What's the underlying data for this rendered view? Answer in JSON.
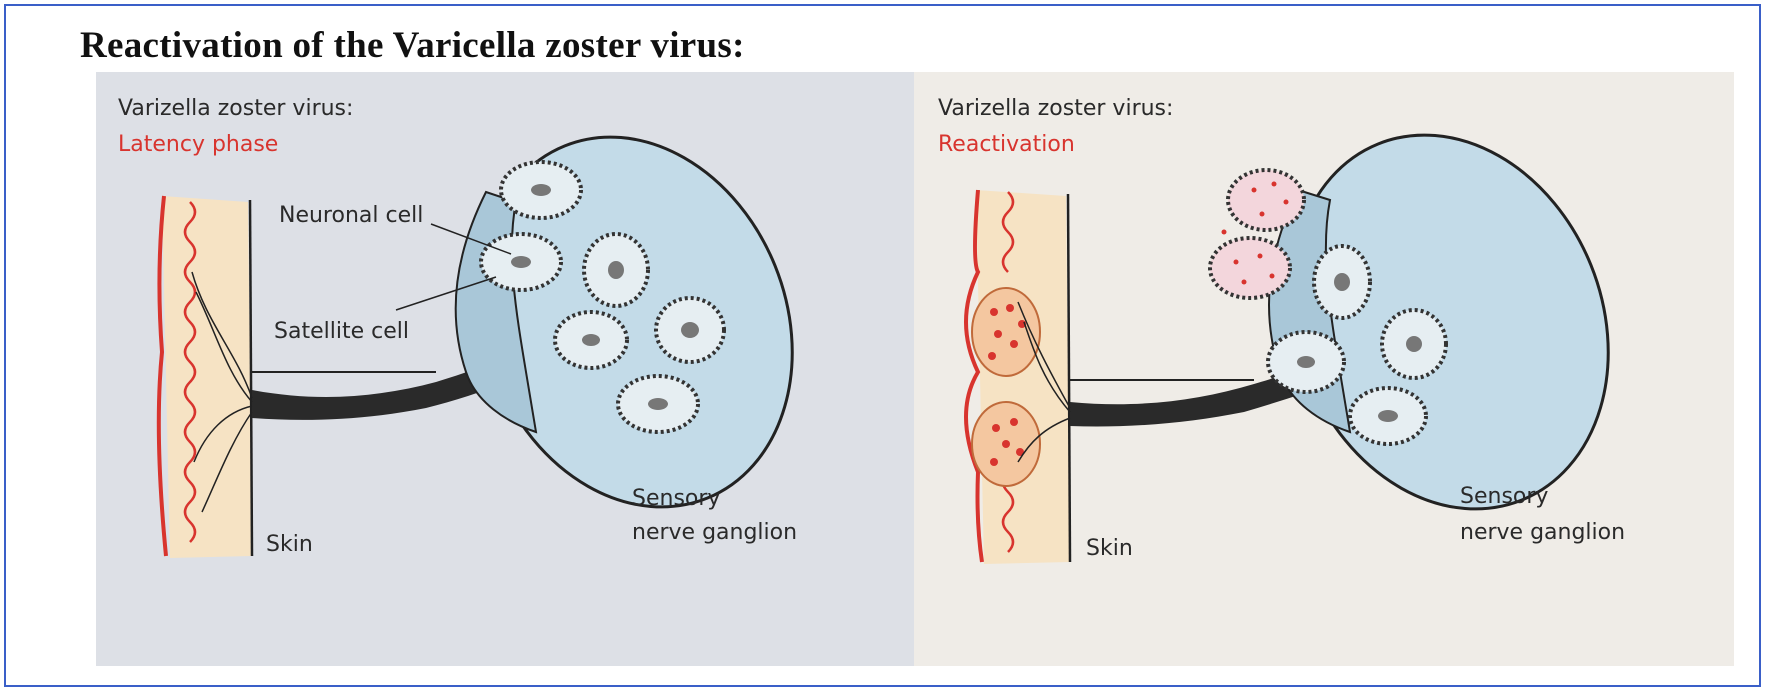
{
  "title": "Reactivation of the Varicella zoster virus:",
  "colors": {
    "frame": "#3a5fc8",
    "accent_red": "#d8342e",
    "ganglion": "#c3dbe8",
    "skin": "#f6e3c4"
  },
  "panels": [
    {
      "heading": "Varizella zoster virus:",
      "phase": "Latency phase",
      "labels": {
        "neuronal_cell": "Neuronal cell",
        "satellite_cell": "Satellite cell",
        "skin": "Skin",
        "sensory": "Sensory",
        "nerve_ganglion": "nerve ganglion"
      }
    },
    {
      "heading": "Varizella zoster virus:",
      "phase": "Reactivation",
      "labels": {
        "skin": "Skin",
        "sensory": "Sensory",
        "nerve_ganglion": "nerve ganglion"
      }
    }
  ]
}
